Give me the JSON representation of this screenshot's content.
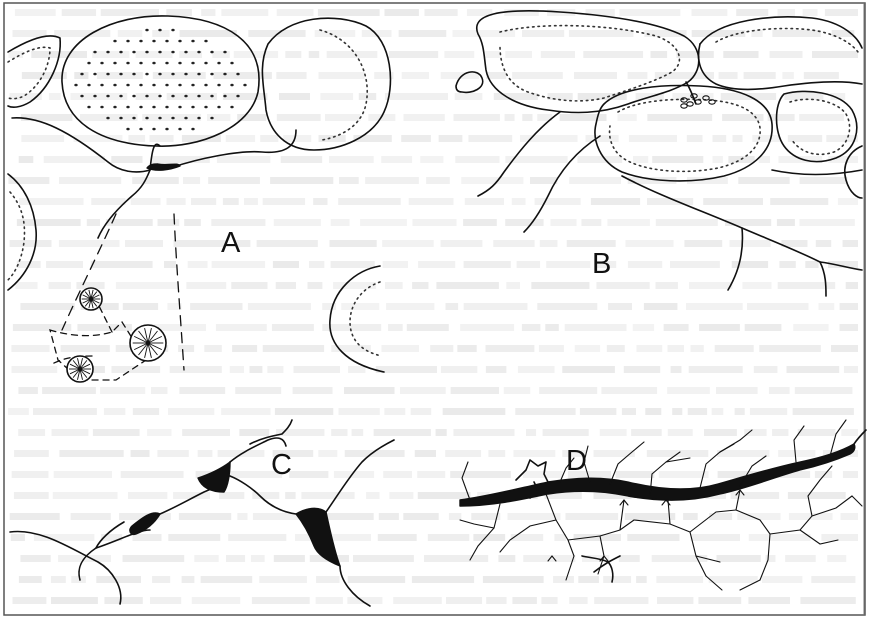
{
  "figure": {
    "panels": [
      {
        "id": "A",
        "label": "A"
      },
      {
        "id": "B",
        "label": "B"
      },
      {
        "id": "C",
        "label": "C"
      },
      {
        "id": "D",
        "label": "D"
      }
    ]
  },
  "colors": {
    "paper": "#ffffff",
    "ink": "#111111",
    "frame": "#555555",
    "show_through_text": "#dcdcdc"
  }
}
